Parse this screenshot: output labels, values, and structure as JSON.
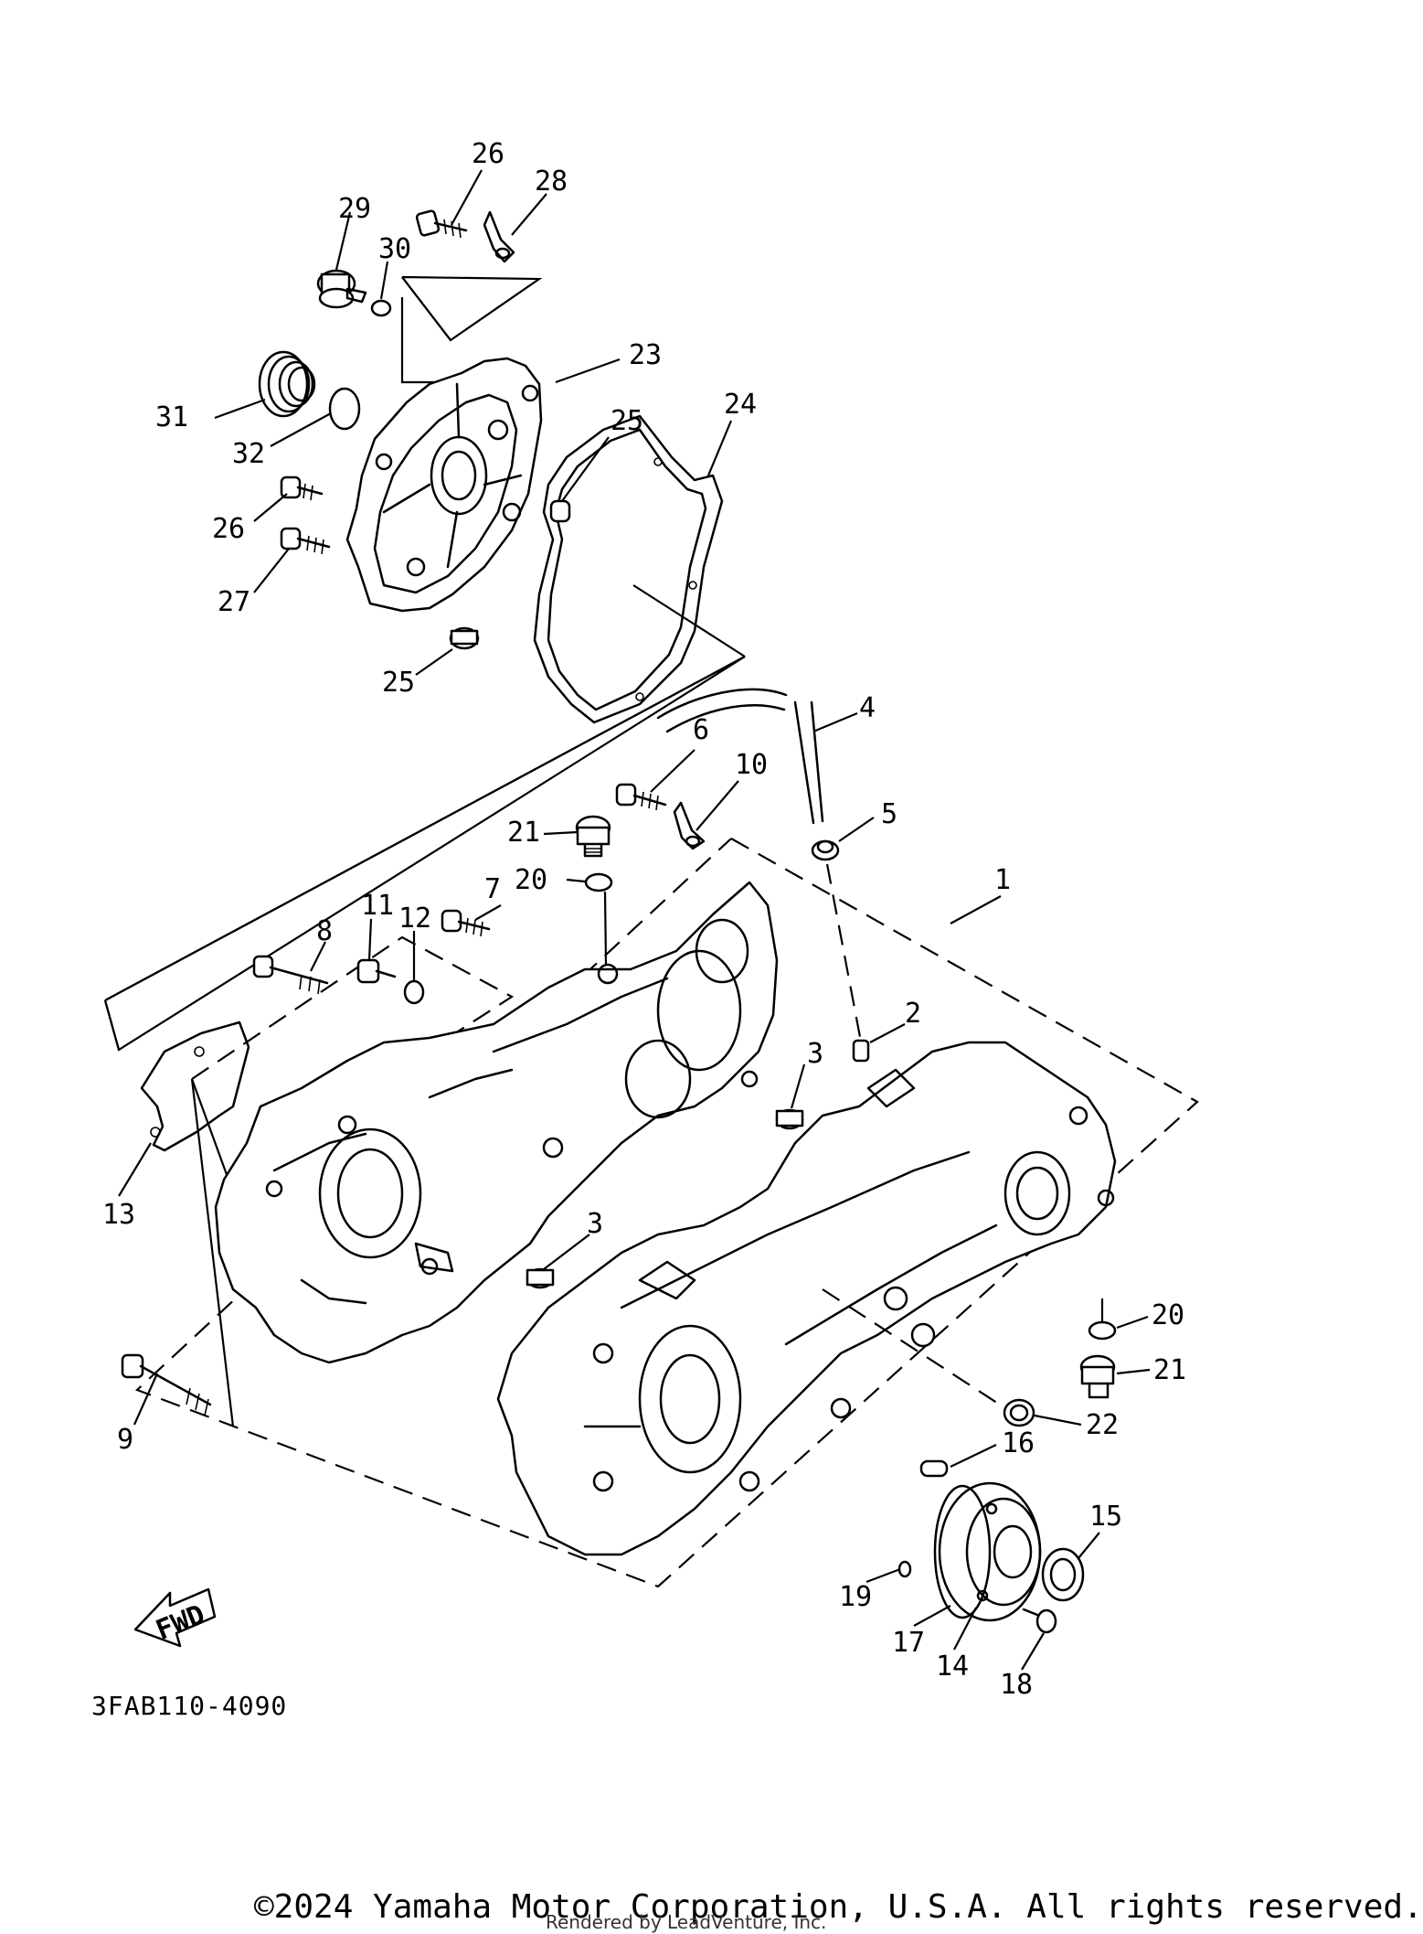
{
  "diagram": {
    "reference_code": "3FAB110-4090",
    "fwd_label": "FWD",
    "callouts": {
      "c1": "1",
      "c2": "2",
      "c3a": "3",
      "c3b": "3",
      "c4": "4",
      "c5": "5",
      "c6": "6",
      "c7": "7",
      "c8": "8",
      "c9": "9",
      "c10": "10",
      "c11": "11",
      "c12": "12",
      "c13": "13",
      "c14": "14",
      "c15": "15",
      "c16": "16",
      "c17": "17",
      "c18": "18",
      "c19": "19",
      "c20a": "20",
      "c20b": "20",
      "c21a": "21",
      "c21b": "21",
      "c22": "22",
      "c23": "23",
      "c24": "24",
      "c25a": "25",
      "c25b": "25",
      "c26a": "26",
      "c26b": "26",
      "c27": "27",
      "c28": "28",
      "c29": "29",
      "c30": "30",
      "c31": "31",
      "c32": "32"
    }
  },
  "footer": {
    "copyright": "©2024 Yamaha Motor Corporation, U.S.A. All rights reserved.",
    "rendered_by": "Rendered by LeadVenture, Inc."
  }
}
